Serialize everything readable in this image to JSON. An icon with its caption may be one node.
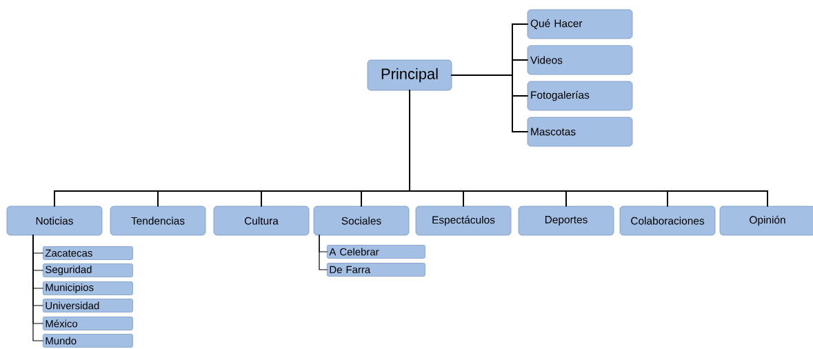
{
  "diagram": {
    "nodes": [
      {
        "text": [
          "Principal"
        ]
      },
      {
        "text": [
          "Qué Hacer"
        ]
      },
      {
        "text": [
          "Videos"
        ]
      },
      {
        "text": [
          "Fotogalerías"
        ]
      },
      {
        "text": [
          "Mascotas"
        ]
      },
      {
        "text": [
          "Noticias"
        ]
      },
      {
        "text": [
          "Tendencias"
        ]
      },
      {
        "text": [
          "Cultura"
        ]
      },
      {
        "text": [
          "Sociales"
        ]
      },
      {
        "text": [
          "Espectáculos"
        ]
      },
      {
        "text": [
          "Deportes"
        ]
      },
      {
        "text": [
          "Colaboraciones"
        ]
      },
      {
        "text": [
          "Opinión"
        ]
      },
      {
        "text": [
          "Zacatecas"
        ]
      },
      {
        "text": [
          "Seguridad"
        ]
      },
      {
        "text": [
          "Municipios"
        ]
      },
      {
        "text": [
          "Universidad"
        ]
      },
      {
        "text": [
          "México"
        ]
      },
      {
        "text": [
          "Mundo"
        ]
      },
      {
        "text": [
          "A Celebrar"
        ]
      },
      {
        "text": [
          "De Farra"
        ]
      }
    ],
    "edges": [
      {
        "from": 0,
        "to": 1,
        "arrow": "none"
      },
      {
        "from": 0,
        "to": 2,
        "arrow": "none"
      },
      {
        "from": 0,
        "to": 3,
        "arrow": "none"
      },
      {
        "from": 0,
        "to": 4,
        "arrow": "none"
      },
      {
        "from": 0,
        "to": 5,
        "arrow": "none"
      },
      {
        "from": 0,
        "to": 6,
        "arrow": "none"
      },
      {
        "from": 0,
        "to": 7,
        "arrow": "none"
      },
      {
        "from": 0,
        "to": 8,
        "arrow": "none"
      },
      {
        "from": 0,
        "to": 9,
        "arrow": "none"
      },
      {
        "from": 0,
        "to": 10,
        "arrow": "none"
      },
      {
        "from": 0,
        "to": 11,
        "arrow": "none"
      },
      {
        "from": 0,
        "to": 12,
        "arrow": "none"
      },
      {
        "from": 5,
        "to": 13,
        "arrow": "none"
      },
      {
        "from": 5,
        "to": 14,
        "arrow": "none"
      },
      {
        "from": 5,
        "to": 15,
        "arrow": "none"
      },
      {
        "from": 5,
        "to": 16,
        "arrow": "none"
      },
      {
        "from": 5,
        "to": 17,
        "arrow": "none"
      },
      {
        "from": 5,
        "to": 18,
        "arrow": "none"
      },
      {
        "from": 8,
        "to": 19,
        "arrow": "none"
      },
      {
        "from": 8,
        "to": 20,
        "arrow": "none"
      }
    ]
  }
}
